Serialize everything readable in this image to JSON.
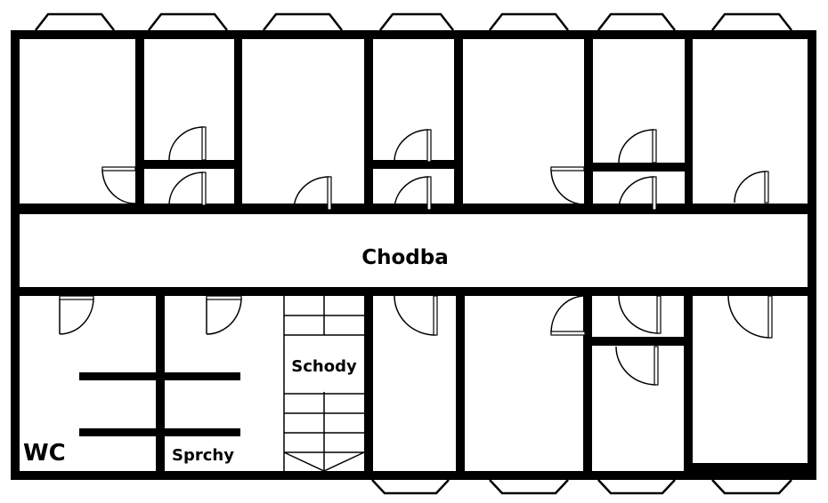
{
  "plan": {
    "corridor_label": "Chodba",
    "stairs_label": "Schody",
    "showers_label": "Sprchy",
    "wc_label": "WC"
  }
}
